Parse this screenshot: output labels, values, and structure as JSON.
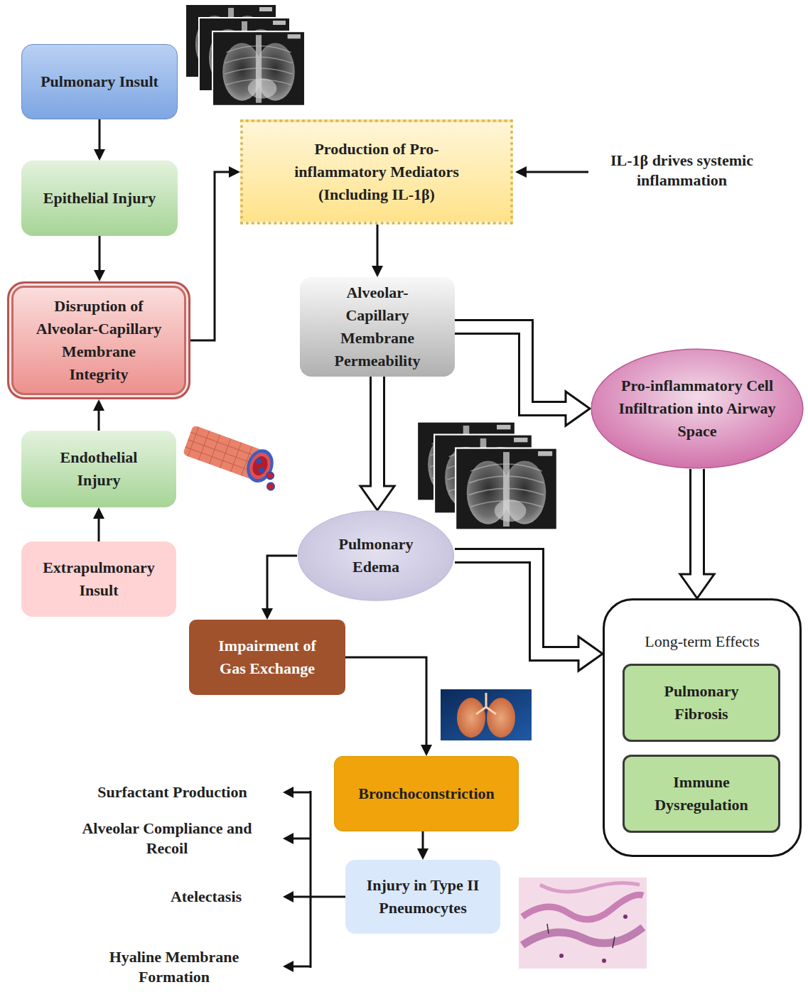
{
  "diagram": {
    "nodes": [
      {
        "text": [
          "Pulmonary Insult"
        ]
      },
      {
        "text": [
          "Epithelial Injury"
        ]
      },
      {
        "text": [
          "Disruption of Alveolar-Capillary Membrane Integrity"
        ]
      },
      {
        "text": [
          "Endothelial Injury"
        ]
      },
      {
        "text": [
          "Extrapulmonary Insult"
        ]
      },
      {
        "text": [
          "Production of Pro-inflammatory Mediators (Including IL-1β)"
        ]
      },
      {
        "text": [
          "Alveolar-Capillary Membrane Permeability"
        ]
      },
      {
        "text": [
          "Pro-inflammatory Cell Infiltration into Airway Space"
        ]
      },
      {
        "text": [
          "Pulmonary Edema"
        ]
      },
      {
        "text": [
          "Impairment of Gas Exchange"
        ]
      },
      {
        "text": [
          "Bronchoconstriction"
        ]
      },
      {
        "text": [
          "Injury in Type II Pneumocytes"
        ]
      },
      {
        "text": [
          "Long-term Effects"
        ]
      },
      {
        "text": [
          "Pulmonary Fibrosis"
        ],
        "in": 12
      },
      {
        "text": [
          "Immune Dysregulation"
        ],
        "in": 12
      }
    ],
    "edges": [
      {
        "from": 0,
        "to": 1,
        "arrow": "to"
      },
      {
        "from": 1,
        "to": 2,
        "arrow": "to"
      },
      {
        "from": 3,
        "to": 2,
        "arrow": "to"
      },
      {
        "from": 4,
        "to": 3,
        "arrow": "to"
      },
      {
        "from": 2,
        "to": 5,
        "arrow": "to"
      },
      {
        "from": 5,
        "to": 6,
        "arrow": "to"
      },
      {
        "from": 6,
        "to": 7,
        "arrow": "to"
      },
      {
        "from": 6,
        "to": 8,
        "arrow": "to"
      },
      {
        "from": 7,
        "to": 12,
        "arrow": "to"
      },
      {
        "from": 8,
        "to": 12,
        "arrow": "to"
      },
      {
        "from": 8,
        "to": 9,
        "arrow": "to"
      },
      {
        "from": 9,
        "to": 10,
        "arrow": "to"
      },
      {
        "from": 10,
        "to": 11,
        "arrow": "to"
      }
    ],
    "labels": [
      "IL-1β drives systemic inflammation",
      "Surfactant Production",
      "Alveolar Compliance and Recoil",
      "Atelectasis",
      "Hyaline Membrane Formation"
    ]
  }
}
